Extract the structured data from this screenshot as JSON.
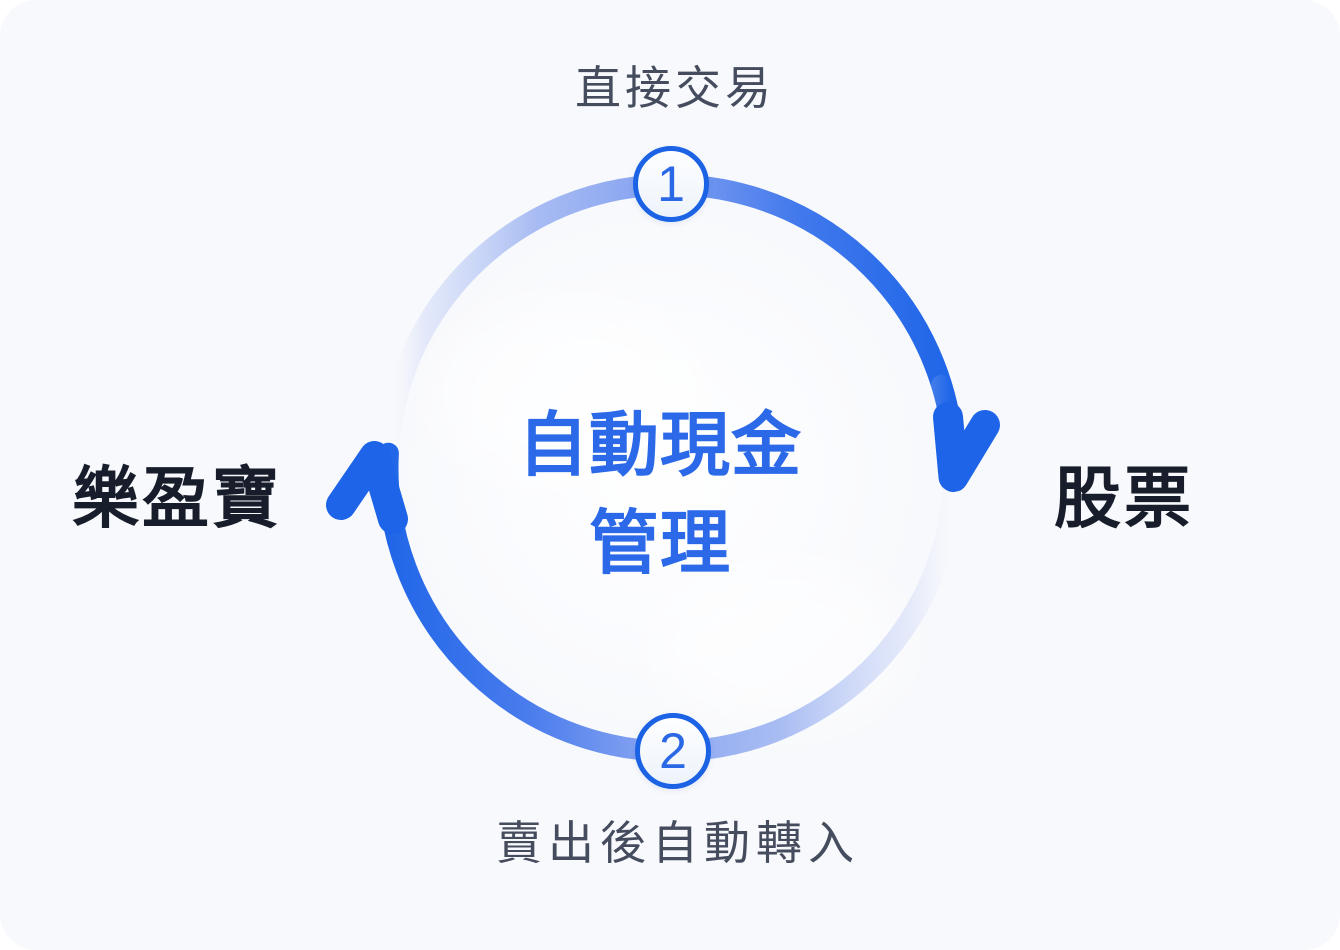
{
  "cycle": {
    "top_label": "直接交易",
    "bottom_label": "賣出後自動轉入",
    "left_label": "樂盈寶",
    "right_label": "股票",
    "center_title_line1": "自動現金",
    "center_title_line2": "管理",
    "step_1": "1",
    "step_2": "2",
    "direction": "clockwise"
  },
  "colors": {
    "background": "#f8f9fc",
    "ring_strong_blue": "#1e65e8",
    "ring_light_blue": "#a8bcf3",
    "center_text_blue": "#2b69e9",
    "node_label_dark": "#171d2a",
    "step_label_gray": "#454c5e",
    "badge_border_blue": "#1b63e4"
  }
}
